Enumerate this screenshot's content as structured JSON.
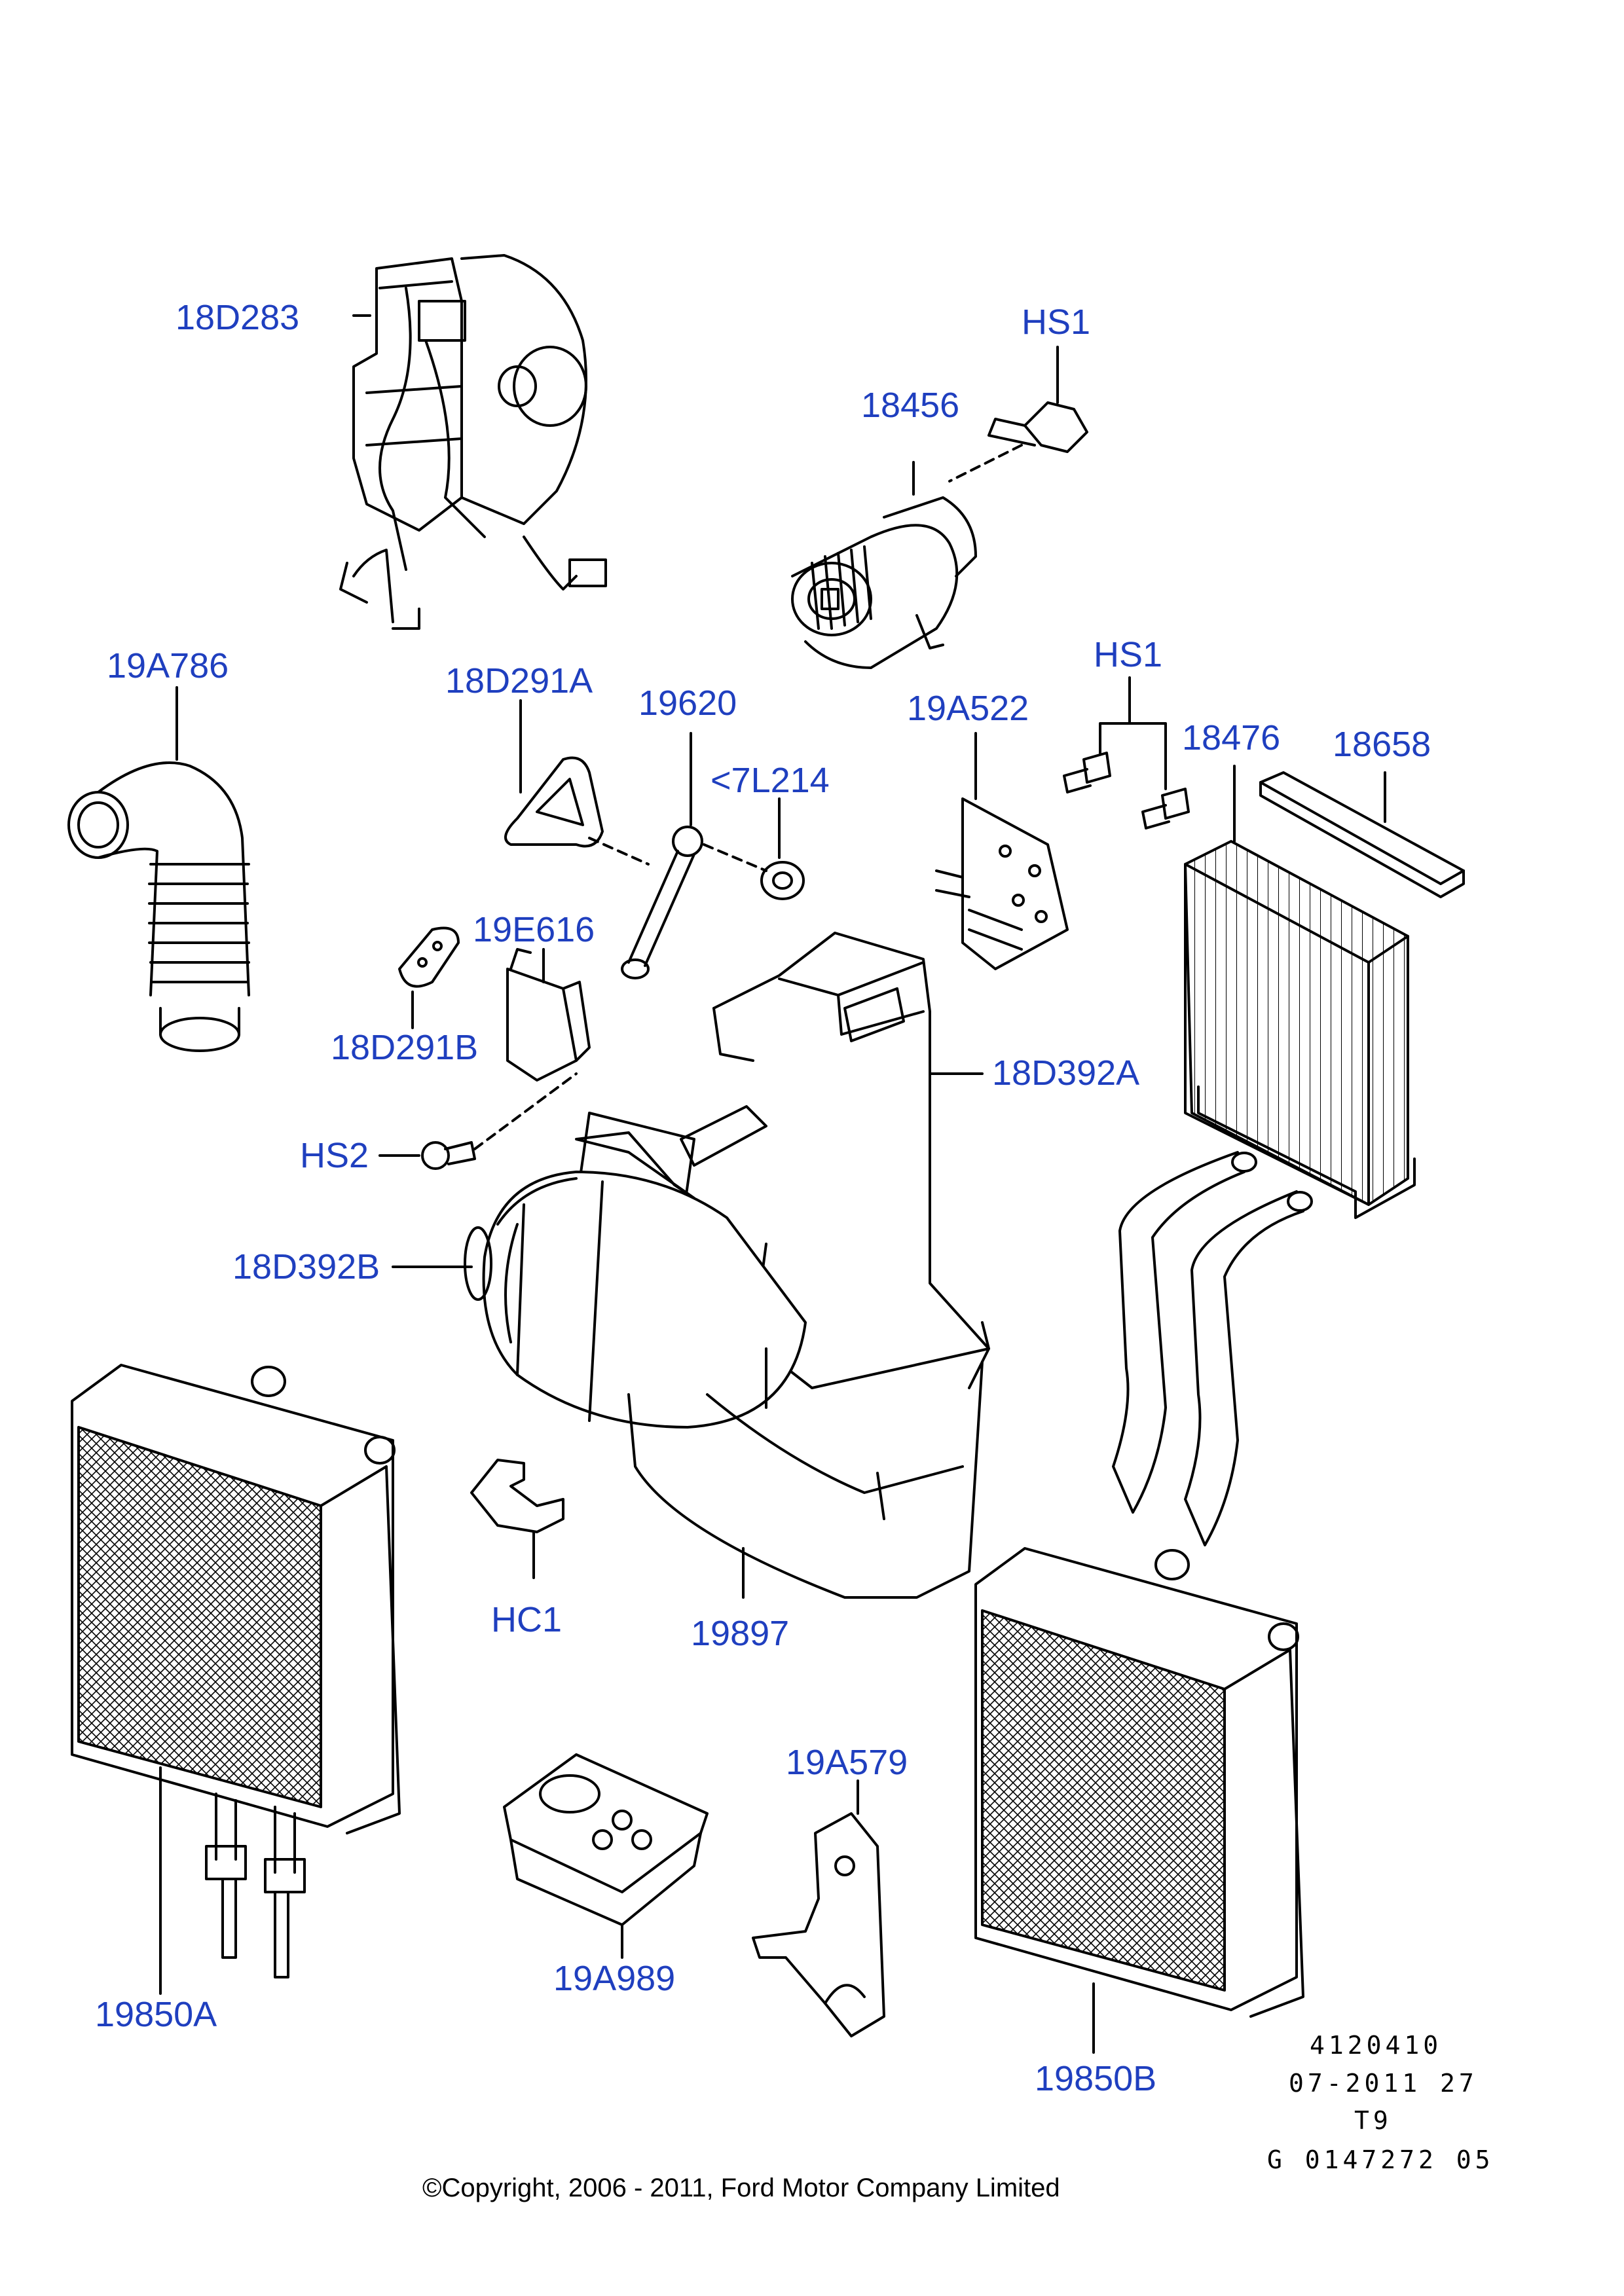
{
  "labels": {
    "p18D283": "18D283",
    "p18456": "18456",
    "hs1_top": "HS1",
    "p19A786": "19A786",
    "p18D291A": "18D291A",
    "p19620": "19620",
    "p7L214": "<7L214",
    "p19A522": "19A522",
    "hs1_mid": "HS1",
    "p18476": "18476",
    "p18658": "18658",
    "p19E616": "19E616",
    "p18D291B": "18D291B",
    "p18D392A": "18D392A",
    "hs2": "HS2",
    "p18D392B": "18D392B",
    "hc1": "HC1",
    "p19897": "19897",
    "p19A579": "19A579",
    "p19A989": "19A989",
    "p19850A": "19850A",
    "p19850B": "19850B"
  },
  "reference": {
    "line1": "4120410",
    "line2": "07-2011 27",
    "line3": "T9",
    "line4": "G 0147272 05"
  },
  "copyright": "©Copyright, 2006 - 2011, Ford Motor Company Limited",
  "colors": {
    "label": "#1f3fbf",
    "line": "#000000"
  }
}
